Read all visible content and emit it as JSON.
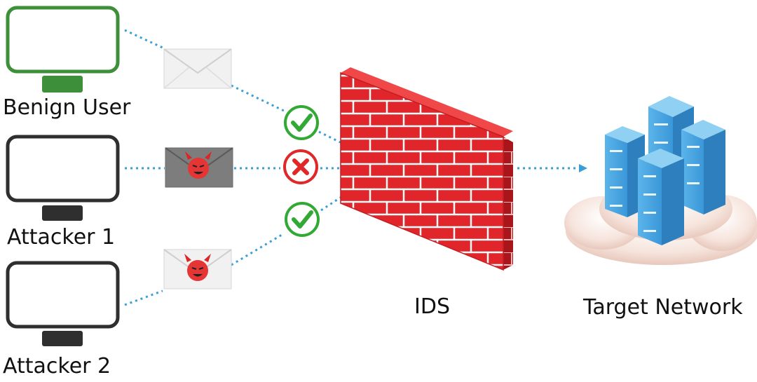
{
  "labels": {
    "benign_user": "Benign User",
    "attacker_1": "Attacker 1",
    "attacker_2": "Attacker 2",
    "ids": "IDS",
    "target_network": "Target Network"
  },
  "colors": {
    "benign": "#3e8f3a",
    "attacker": "#2f2f2f",
    "flow_line": "#3a9fd6",
    "firewall": "#e0262a",
    "firewall_side": "#9b1418",
    "check": "#33a935",
    "cross": "#e02828",
    "server": "#2f8dd1",
    "cloud": "#f3ddd4"
  },
  "icons": {
    "benign_mail": "envelope-icon",
    "attacker_mail": "devil-envelope-icon",
    "allowed": "check-icon",
    "blocked": "cross-icon",
    "ids": "firewall-icon",
    "target": "server-cloud-icon"
  }
}
